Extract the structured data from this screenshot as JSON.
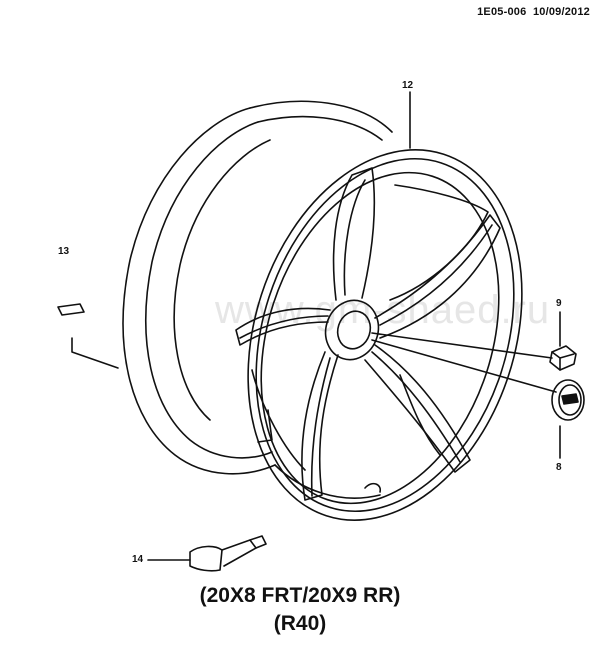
{
  "document": {
    "code": "1E05-006",
    "date": "10/09/2012"
  },
  "watermark": "www.gm-shaed.ru",
  "callouts": {
    "wheel": "12",
    "sensor_cap": "13",
    "lug_nut": "9",
    "center_cap": "8",
    "tpms_valve": "14"
  },
  "caption": {
    "size": "(20X8 FRT/20X9 RR)",
    "option": "(R40)"
  }
}
